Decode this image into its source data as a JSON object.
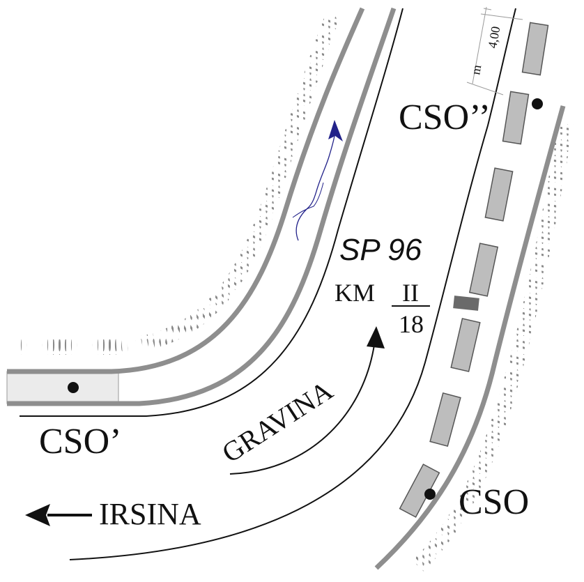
{
  "labels": {
    "cso_prime": "CSO’",
    "cso_double": "CSO’’",
    "cso": "CSO",
    "road": "SP 96",
    "km_prefix": "KM",
    "km_numerator": "II",
    "km_denominator": "18",
    "direction_gravina": "GRAVINA",
    "direction_irsina": "IRSINA",
    "dimension_value": "4,00",
    "dimension_unit": "m"
  },
  "colors": {
    "road_edge_gray": "#8e8e8e",
    "parking_fill": "#bdbdbd",
    "parking_stroke": "#555555",
    "slab_fill": "#ebebeb",
    "marker_bar": "#6a6a6a",
    "ink": "#111111",
    "flow_arrow_blue": "#22228a",
    "dimension_line": "#9a9a9a"
  }
}
